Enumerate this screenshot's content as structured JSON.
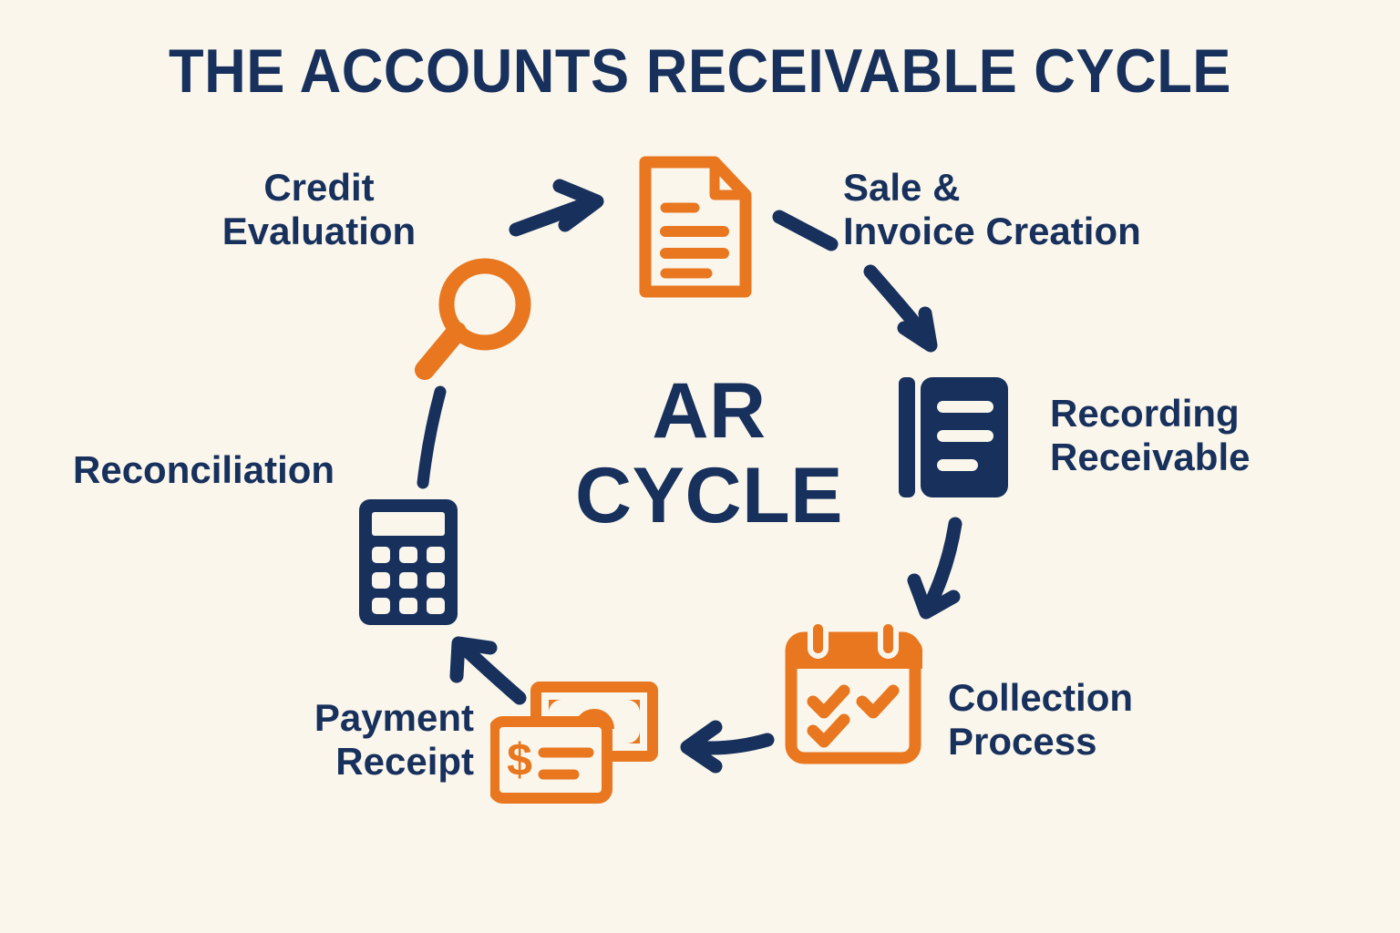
{
  "title": "THE ACCOUNTS RECEIVABLE CYCLE",
  "center": {
    "line1": "AR",
    "line2": "CYCLE"
  },
  "colors": {
    "background": "#faf6ec",
    "navy": "#17305c",
    "orange": "#e8771f",
    "white": "#faf6ec"
  },
  "steps": [
    {
      "id": "credit-evaluation",
      "label": "Credit\nEvaluation",
      "icon": "magnifying-glass-icon",
      "icon_color": "#e8771f",
      "order": 1
    },
    {
      "id": "sale-invoice-creation",
      "label": "Sale &\nInvoice Creation",
      "icon": "invoice-document-icon",
      "icon_color": "#e8771f",
      "order": 2
    },
    {
      "id": "recording-receivable",
      "label": "Recording\nReceivable",
      "icon": "ledger-book-icon",
      "icon_color": "#17305c",
      "order": 3
    },
    {
      "id": "collection-process",
      "label": "Collection\nProcess",
      "icon": "calendar-checkmarks-icon",
      "icon_color": "#e8771f",
      "order": 4
    },
    {
      "id": "payment-receipt",
      "label": "Payment\nReceipt",
      "icon": "cash-check-icon",
      "icon_color": "#e8771f",
      "order": 5
    },
    {
      "id": "reconciliation",
      "label": "Reconciliation",
      "icon": "calculator-icon",
      "icon_color": "#17305c",
      "order": 6
    }
  ],
  "arrows": [
    {
      "id": "arrow-credit-to-invoice",
      "from": "credit-evaluation",
      "to": "sale-invoice-creation",
      "direction": "up-right",
      "color": "#17305c"
    },
    {
      "id": "arrow-invoice-to-ledger",
      "from": "sale-invoice-creation",
      "to": "recording-receivable",
      "direction": "down-right",
      "color": "#17305c"
    },
    {
      "id": "arrow-ledger-to-calendar",
      "from": "recording-receivable",
      "to": "collection-process",
      "direction": "down-left",
      "color": "#17305c"
    },
    {
      "id": "arrow-calendar-to-money",
      "from": "collection-process",
      "to": "payment-receipt",
      "direction": "left",
      "color": "#17305c"
    },
    {
      "id": "arrow-money-to-calculator",
      "from": "payment-receipt",
      "to": "reconciliation",
      "direction": "up-left",
      "color": "#17305c"
    },
    {
      "id": "arrow-calculator-to-credit",
      "from": "reconciliation",
      "to": "credit-evaluation",
      "direction": "up",
      "color": "#17305c"
    }
  ]
}
